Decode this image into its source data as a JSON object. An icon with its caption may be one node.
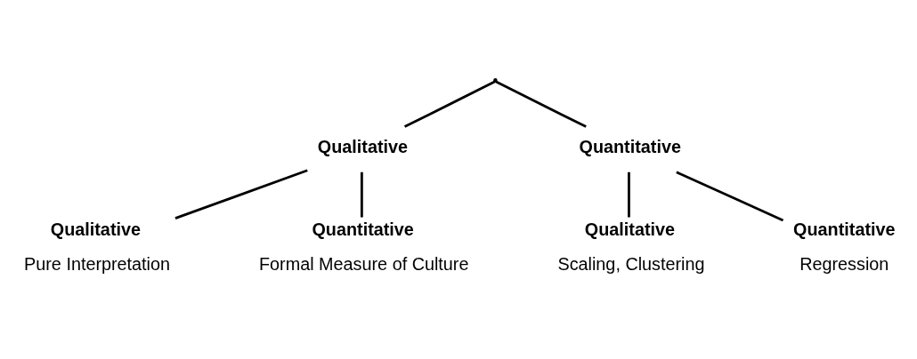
{
  "diagram": {
    "nodes": [
      {
        "text": [],
        "shape": "point"
      },
      {
        "text": [
          "Qualitative"
        ]
      },
      {
        "text": [
          "Quantitative"
        ]
      },
      {
        "text": [
          "Qualitative",
          "Pure Interpretation"
        ]
      },
      {
        "text": [
          "Quantitative",
          "Formal Measure of Culture"
        ]
      },
      {
        "text": [
          "Qualitative",
          "Scaling, Clustering"
        ]
      },
      {
        "text": [
          "Quantitative",
          "Regression"
        ]
      }
    ],
    "edges": [
      {
        "from": 0,
        "to": 1,
        "arrow": "none"
      },
      {
        "from": 0,
        "to": 2,
        "arrow": "none"
      },
      {
        "from": 1,
        "to": 3,
        "arrow": "none"
      },
      {
        "from": 1,
        "to": 4,
        "arrow": "none"
      },
      {
        "from": 2,
        "to": 5,
        "arrow": "none"
      },
      {
        "from": 2,
        "to": 6,
        "arrow": "none"
      }
    ]
  }
}
